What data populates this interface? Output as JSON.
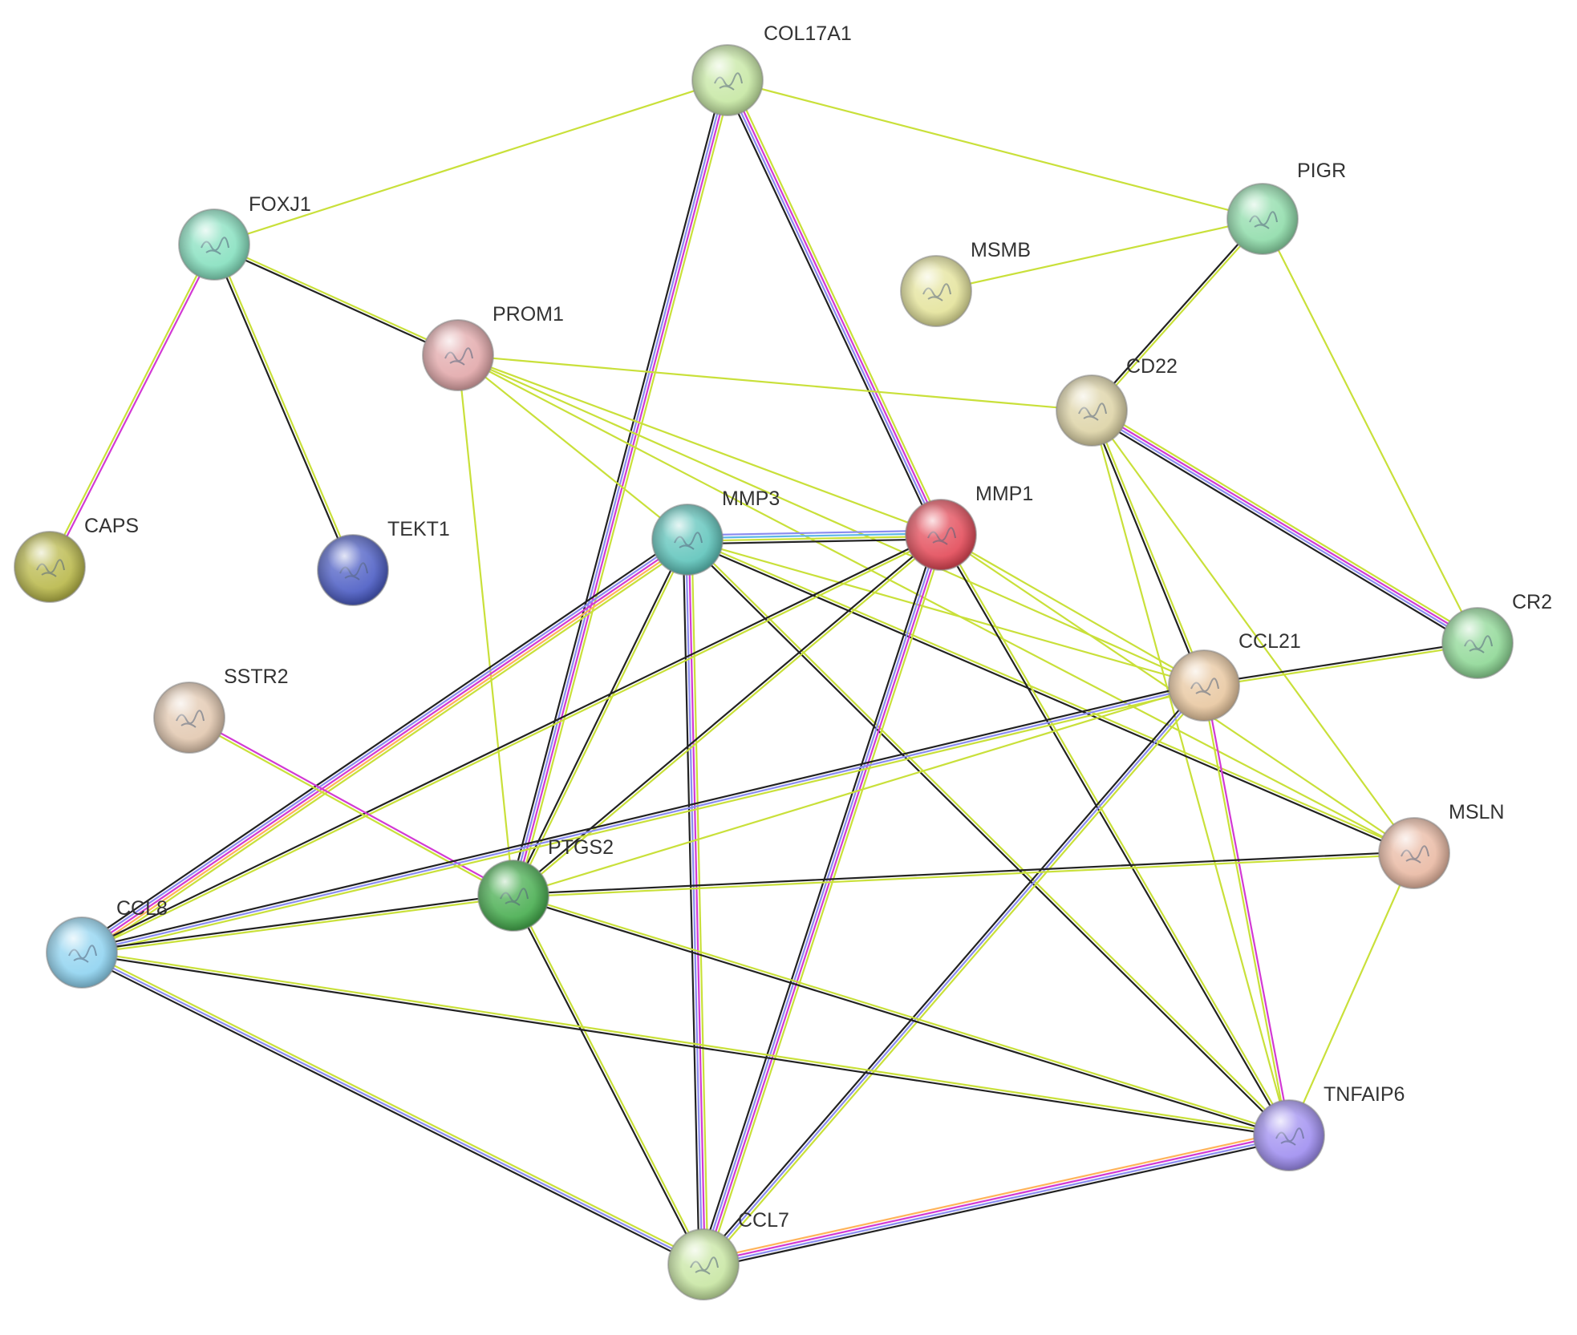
{
  "network": {
    "colors": {
      "textmining": "#c9e03a",
      "coexpression": "#222222",
      "database": "#8a8cf0",
      "experiments": "#d23ad4",
      "homology": "#5fb8e6",
      "genefusion": "#e8504a",
      "neighborhood": "#ffb35a"
    },
    "nodes": [
      {
        "id": "COL17A1",
        "label": "COL17A1",
        "color": "#c6e7a3"
      },
      {
        "id": "FOXJ1",
        "label": "FOXJ1",
        "color": "#86e0bf"
      },
      {
        "id": "PIGR",
        "label": "PIGR",
        "color": "#8fdcaa"
      },
      {
        "id": "MSMB",
        "label": "MSMB",
        "color": "#e4e39b"
      },
      {
        "id": "PROM1",
        "label": "PROM1",
        "color": "#e2a8aa"
      },
      {
        "id": "CD22",
        "label": "CD22",
        "color": "#ddd3a6"
      },
      {
        "id": "CAPS",
        "label": "CAPS",
        "color": "#b9b84a"
      },
      {
        "id": "TEKT1",
        "label": "TEKT1",
        "color": "#4b5cc4"
      },
      {
        "id": "MMP3",
        "label": "MMP3",
        "color": "#5fc4bb"
      },
      {
        "id": "MMP1",
        "label": "MMP1",
        "color": "#e34a58"
      },
      {
        "id": "CR2",
        "label": "CR2",
        "color": "#8fd896"
      },
      {
        "id": "SSTR2",
        "label": "SSTR2",
        "color": "#e2c8b0"
      },
      {
        "id": "CCL21",
        "label": "CCL21",
        "color": "#e8c7a0"
      },
      {
        "id": "MSLN",
        "label": "MSLN",
        "color": "#e9b9a3"
      },
      {
        "id": "PTGS2",
        "label": "PTGS2",
        "color": "#47ad4f"
      },
      {
        "id": "CCL8",
        "label": "CCL8",
        "color": "#8fd3f0"
      },
      {
        "id": "TNFAIP6",
        "label": "TNFAIP6",
        "color": "#9f8ef0"
      },
      {
        "id": "CCL7",
        "label": "CCL7",
        "color": "#c8e6a3"
      }
    ],
    "edges": [
      {
        "source": "FOXJ1",
        "target": "COL17A1",
        "types": [
          "textmining"
        ]
      },
      {
        "source": "COL17A1",
        "target": "PIGR",
        "types": [
          "textmining"
        ]
      },
      {
        "source": "COL17A1",
        "target": "PTGS2",
        "types": [
          "textmining",
          "experiments",
          "database",
          "coexpression"
        ]
      },
      {
        "source": "COL17A1",
        "target": "MMP1",
        "types": [
          "textmining",
          "experiments",
          "database",
          "coexpression"
        ]
      },
      {
        "source": "FOXJ1",
        "target": "PROM1",
        "types": [
          "textmining",
          "coexpression"
        ]
      },
      {
        "source": "FOXJ1",
        "target": "CAPS",
        "types": [
          "experiments",
          "textmining"
        ]
      },
      {
        "source": "FOXJ1",
        "target": "TEKT1",
        "types": [
          "textmining",
          "coexpression"
        ]
      },
      {
        "source": "MSMB",
        "target": "PIGR",
        "types": [
          "textmining"
        ]
      },
      {
        "source": "PIGR",
        "target": "CD22",
        "types": [
          "textmining",
          "coexpression"
        ]
      },
      {
        "source": "PIGR",
        "target": "CR2",
        "types": [
          "textmining"
        ]
      },
      {
        "source": "PROM1",
        "target": "CD22",
        "types": [
          "textmining"
        ]
      },
      {
        "source": "PROM1",
        "target": "MMP3",
        "types": [
          "textmining"
        ]
      },
      {
        "source": "PROM1",
        "target": "MMP1",
        "types": [
          "textmining"
        ]
      },
      {
        "source": "PROM1",
        "target": "CCL21",
        "types": [
          "textmining"
        ]
      },
      {
        "source": "PROM1",
        "target": "PTGS2",
        "types": [
          "textmining"
        ]
      },
      {
        "source": "PROM1",
        "target": "MSLN",
        "types": [
          "textmining"
        ]
      },
      {
        "source": "CD22",
        "target": "CR2",
        "types": [
          "textmining",
          "experiments",
          "database",
          "coexpression"
        ]
      },
      {
        "source": "CD22",
        "target": "CCL21",
        "types": [
          "textmining",
          "coexpression"
        ]
      },
      {
        "source": "CD22",
        "target": "MSLN",
        "types": [
          "textmining"
        ]
      },
      {
        "source": "CD22",
        "target": "TNFAIP6",
        "types": [
          "textmining"
        ]
      },
      {
        "source": "MMP3",
        "target": "MMP1",
        "types": [
          "database",
          "homology",
          "textmining",
          "coexpression"
        ]
      },
      {
        "source": "MMP3",
        "target": "PTGS2",
        "types": [
          "textmining",
          "coexpression"
        ]
      },
      {
        "source": "MMP3",
        "target": "CCL8",
        "types": [
          "textmining",
          "neighborhood",
          "experiments",
          "database",
          "coexpression"
        ]
      },
      {
        "source": "MMP3",
        "target": "CCL7",
        "types": [
          "textmining",
          "experiments",
          "database",
          "coexpression"
        ]
      },
      {
        "source": "MMP3",
        "target": "CCL21",
        "types": [
          "textmining"
        ]
      },
      {
        "source": "MMP3",
        "target": "MSLN",
        "types": [
          "textmining",
          "coexpression"
        ]
      },
      {
        "source": "MMP3",
        "target": "TNFAIP6",
        "types": [
          "textmining",
          "coexpression"
        ]
      },
      {
        "source": "MMP1",
        "target": "PTGS2",
        "types": [
          "textmining",
          "coexpression"
        ]
      },
      {
        "source": "MMP1",
        "target": "CCL8",
        "types": [
          "textmining",
          "coexpression"
        ]
      },
      {
        "source": "MMP1",
        "target": "CCL7",
        "types": [
          "textmining",
          "experiments",
          "database",
          "coexpression"
        ]
      },
      {
        "source": "MMP1",
        "target": "CCL21",
        "types": [
          "textmining"
        ]
      },
      {
        "source": "MMP1",
        "target": "MSLN",
        "types": [
          "textmining"
        ]
      },
      {
        "source": "MMP1",
        "target": "TNFAIP6",
        "types": [
          "textmining",
          "coexpression"
        ]
      },
      {
        "source": "CR2",
        "target": "CCL21",
        "types": [
          "textmining",
          "coexpression"
        ]
      },
      {
        "source": "SSTR2",
        "target": "PTGS2",
        "types": [
          "experiments",
          "textmining"
        ]
      },
      {
        "source": "CCL21",
        "target": "CCL8",
        "types": [
          "textmining",
          "database",
          "coexpression"
        ]
      },
      {
        "source": "CCL21",
        "target": "PTGS2",
        "types": [
          "textmining"
        ]
      },
      {
        "source": "CCL21",
        "target": "CCL7",
        "types": [
          "textmining",
          "database",
          "coexpression"
        ]
      },
      {
        "source": "CCL21",
        "target": "TNFAIP6",
        "types": [
          "experiments",
          "textmining"
        ]
      },
      {
        "source": "MSLN",
        "target": "PTGS2",
        "types": [
          "textmining",
          "coexpression"
        ]
      },
      {
        "source": "MSLN",
        "target": "TNFAIP6",
        "types": [
          "textmining"
        ]
      },
      {
        "source": "PTGS2",
        "target": "CCL8",
        "types": [
          "textmining",
          "coexpression"
        ]
      },
      {
        "source": "PTGS2",
        "target": "CCL7",
        "types": [
          "textmining",
          "coexpression"
        ]
      },
      {
        "source": "PTGS2",
        "target": "TNFAIP6",
        "types": [
          "textmining",
          "coexpression"
        ]
      },
      {
        "source": "CCL8",
        "target": "CCL7",
        "types": [
          "textmining",
          "database",
          "coexpression"
        ]
      },
      {
        "source": "CCL8",
        "target": "TNFAIP6",
        "types": [
          "textmining",
          "coexpression"
        ]
      },
      {
        "source": "CCL7",
        "target": "TNFAIP6",
        "types": [
          "neighborhood",
          "experiments",
          "database",
          "coexpression"
        ]
      }
    ]
  }
}
